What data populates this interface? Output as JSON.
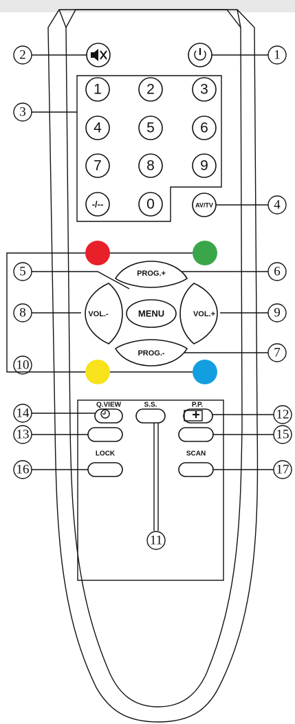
{
  "power_icon": "power-icon",
  "mute_icon": "mute-speaker-icon",
  "timer_icon": "clock-icon",
  "teletext_icon": "box-plus-icon",
  "buttons": {
    "num1": "1",
    "num2": "2",
    "num3": "3",
    "num4": "4",
    "num5": "5",
    "num6": "6",
    "num7": "7",
    "num8": "8",
    "num9": "9",
    "dash": "-/--",
    "num0": "0",
    "av_tv": "AV/TV",
    "prog_up": "PROG.+",
    "prog_down": "PROG.-",
    "vol_down": "VOL.-",
    "vol_up": "VOL.+",
    "menu": "MENU",
    "qview": "Q.VIEW",
    "ss": "S.S.",
    "pp": "P.P.",
    "lock": "LOCK",
    "scan": "SCAN"
  },
  "colors": {
    "red": "#e8202a",
    "green": "#3aa64a",
    "yellow": "#f7e21b",
    "blue": "#139ee0"
  },
  "callouts": {
    "c1": "1",
    "c2": "2",
    "c3": "3",
    "c4": "4",
    "c5": "5",
    "c6": "6",
    "c7": "7",
    "c8": "8",
    "c9": "9",
    "c10": "10",
    "c11": "11",
    "c12": "12",
    "c13": "13",
    "c14": "14",
    "c15": "15",
    "c16": "16",
    "c17": "17"
  }
}
